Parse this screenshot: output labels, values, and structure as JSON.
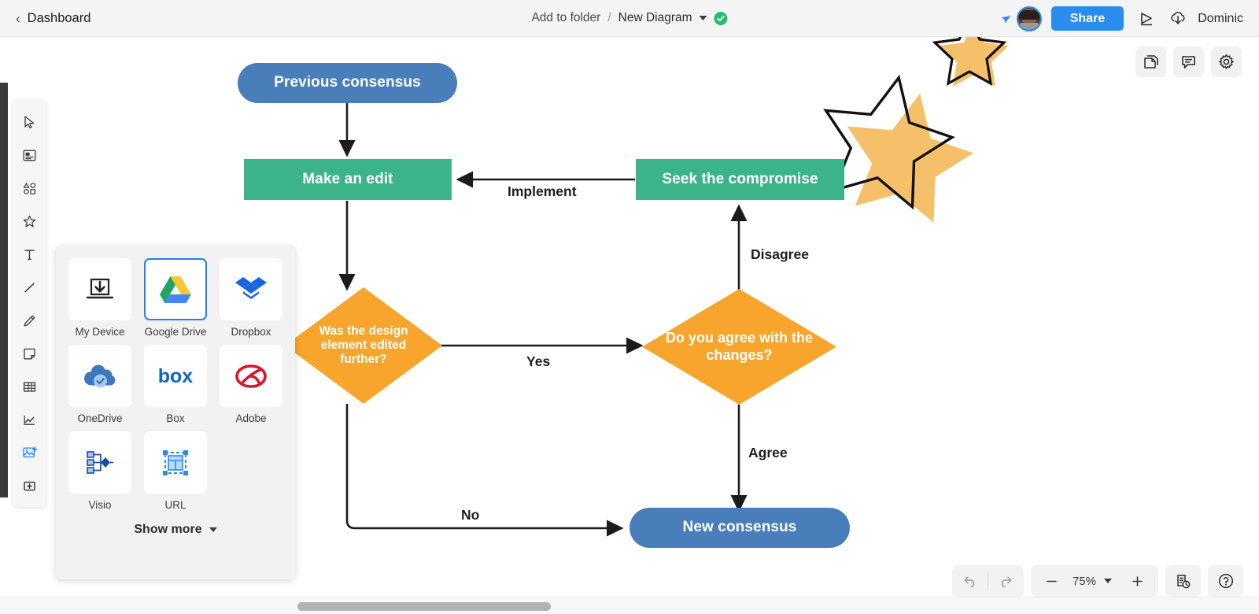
{
  "topbar": {
    "back_label": "Dashboard",
    "back_chevron_icon": "chevron-left-icon",
    "folder_label": "Add to folder",
    "separator": "/",
    "doc_name": "New Diagram",
    "doc_caret_icon": "chevron-down-icon",
    "saved_icon": "check-circle-icon",
    "cursor_icon": "pointer-cursor-icon",
    "avatar_icon": "user-avatar",
    "share_label": "Share",
    "present_icon": "present-play-icon",
    "download_icon": "cloud-download-icon",
    "user_name": "Dominic"
  },
  "toolbar": {
    "items": [
      {
        "name": "select-tool",
        "icon": "cursor-arrow-icon",
        "active": false
      },
      {
        "name": "template-tool",
        "icon": "template-icon",
        "active": false
      },
      {
        "name": "shapes-tool",
        "icon": "shapes-icon",
        "active": false
      },
      {
        "name": "favorites-tool",
        "icon": "star-icon",
        "active": false
      },
      {
        "name": "text-tool",
        "icon": "text-t-icon",
        "active": false
      },
      {
        "name": "line-tool",
        "icon": "line-icon",
        "active": false
      },
      {
        "name": "pencil-tool",
        "icon": "pencil-icon",
        "active": false
      },
      {
        "name": "note-tool",
        "icon": "sticky-note-icon",
        "active": false
      },
      {
        "name": "table-tool",
        "icon": "table-icon",
        "active": false
      },
      {
        "name": "chart-tool",
        "icon": "line-chart-icon",
        "active": false
      },
      {
        "name": "image-tool",
        "icon": "add-image-icon",
        "active": true
      },
      {
        "name": "more-tool",
        "icon": "plus-box-icon",
        "active": false
      }
    ]
  },
  "import_panel": {
    "sources": [
      {
        "label": "My Device",
        "icon": "laptop-download-icon",
        "selected": false
      },
      {
        "label": "Google Drive",
        "icon": "google-drive-icon",
        "selected": true
      },
      {
        "label": "Dropbox",
        "icon": "dropbox-icon",
        "selected": false
      },
      {
        "label": "OneDrive",
        "icon": "onedrive-icon",
        "selected": false
      },
      {
        "label": "Box",
        "icon": "box-icon",
        "selected": false
      },
      {
        "label": "Adobe",
        "icon": "adobe-icon",
        "selected": false
      },
      {
        "label": "Visio",
        "icon": "visio-icon",
        "selected": false
      },
      {
        "label": "URL",
        "icon": "url-icon",
        "selected": false
      }
    ],
    "show_more_label": "Show more",
    "show_more_caret_icon": "chevron-down-icon"
  },
  "right_tools": [
    {
      "name": "pages-panel-button",
      "icon": "pages-icon"
    },
    {
      "name": "comments-panel-button",
      "icon": "comment-icon"
    },
    {
      "name": "settings-panel-button",
      "icon": "gear-icon"
    }
  ],
  "bottom_controls": {
    "undo_icon": "undo-arrow-icon",
    "redo_icon": "redo-arrow-icon",
    "zoom_out_icon": "minus-icon",
    "zoom_level": "75%",
    "zoom_caret_icon": "chevron-down-icon",
    "zoom_in_icon": "plus-icon",
    "history_icon": "version-history-icon",
    "help_icon": "help-question-icon"
  },
  "diagram": {
    "title": "New Diagram",
    "nodes": [
      {
        "id": "previous-consensus",
        "label": "Previous consensus",
        "shape": "rounded-rect",
        "color": "#4a7ebb",
        "text_color": "#ffffff"
      },
      {
        "id": "make-an-edit",
        "label": "Make an edit",
        "shape": "rect",
        "color": "#3cb489",
        "text_color": "#ffffff"
      },
      {
        "id": "seek-the-compromise",
        "label": "Seek the compromise",
        "shape": "rect",
        "color": "#3cb489",
        "text_color": "#ffffff"
      },
      {
        "id": "was-edited-further",
        "label": "Was the design element edited further?",
        "shape": "diamond",
        "color": "#f7a52c",
        "text_color": "#ffffff"
      },
      {
        "id": "do-you-agree",
        "label": "Do you agree with the changes?",
        "shape": "diamond",
        "color": "#f7a52c",
        "text_color": "#ffffff"
      },
      {
        "id": "new-consensus",
        "label": "New consensus",
        "shape": "rounded-rect",
        "color": "#4a7ebb",
        "text_color": "#ffffff"
      }
    ],
    "edges": [
      {
        "from": "previous-consensus",
        "to": "make-an-edit",
        "label": ""
      },
      {
        "from": "make-an-edit",
        "to": "was-edited-further",
        "label": ""
      },
      {
        "from": "was-edited-further",
        "to": "do-you-agree",
        "label": "Yes"
      },
      {
        "from": "was-edited-further",
        "to": "new-consensus",
        "label": "No"
      },
      {
        "from": "do-you-agree",
        "to": "seek-the-compromise",
        "label": "Disagree"
      },
      {
        "from": "do-you-agree",
        "to": "new-consensus",
        "label": "Agree"
      },
      {
        "from": "seek-the-compromise",
        "to": "make-an-edit",
        "label": "Implement"
      }
    ],
    "decorations": [
      {
        "name": "star-outline-sticker",
        "color": "#111111"
      },
      {
        "name": "star-filled-sticker",
        "color": "#f5c069"
      },
      {
        "name": "star-small-sticker",
        "color": "#f5c069"
      }
    ]
  },
  "labels": {
    "implement": "Implement",
    "yes": "Yes",
    "no": "No",
    "disagree": "Disagree",
    "agree": "Agree"
  },
  "node_text": {
    "previous_consensus": "Previous consensus",
    "make_an_edit": "Make an edit",
    "seek_compromise": "Seek the compromise",
    "was_edited": "Was the design element edited further?",
    "do_you_agree": "Do you agree with the changes?",
    "new_consensus": "New consensus"
  },
  "colors": {
    "blue_node": "#4a7ebb",
    "green_node": "#3cb489",
    "orange_node": "#f7a52c",
    "accent": "#2b8cf0",
    "saved_green": "#21c06b"
  }
}
